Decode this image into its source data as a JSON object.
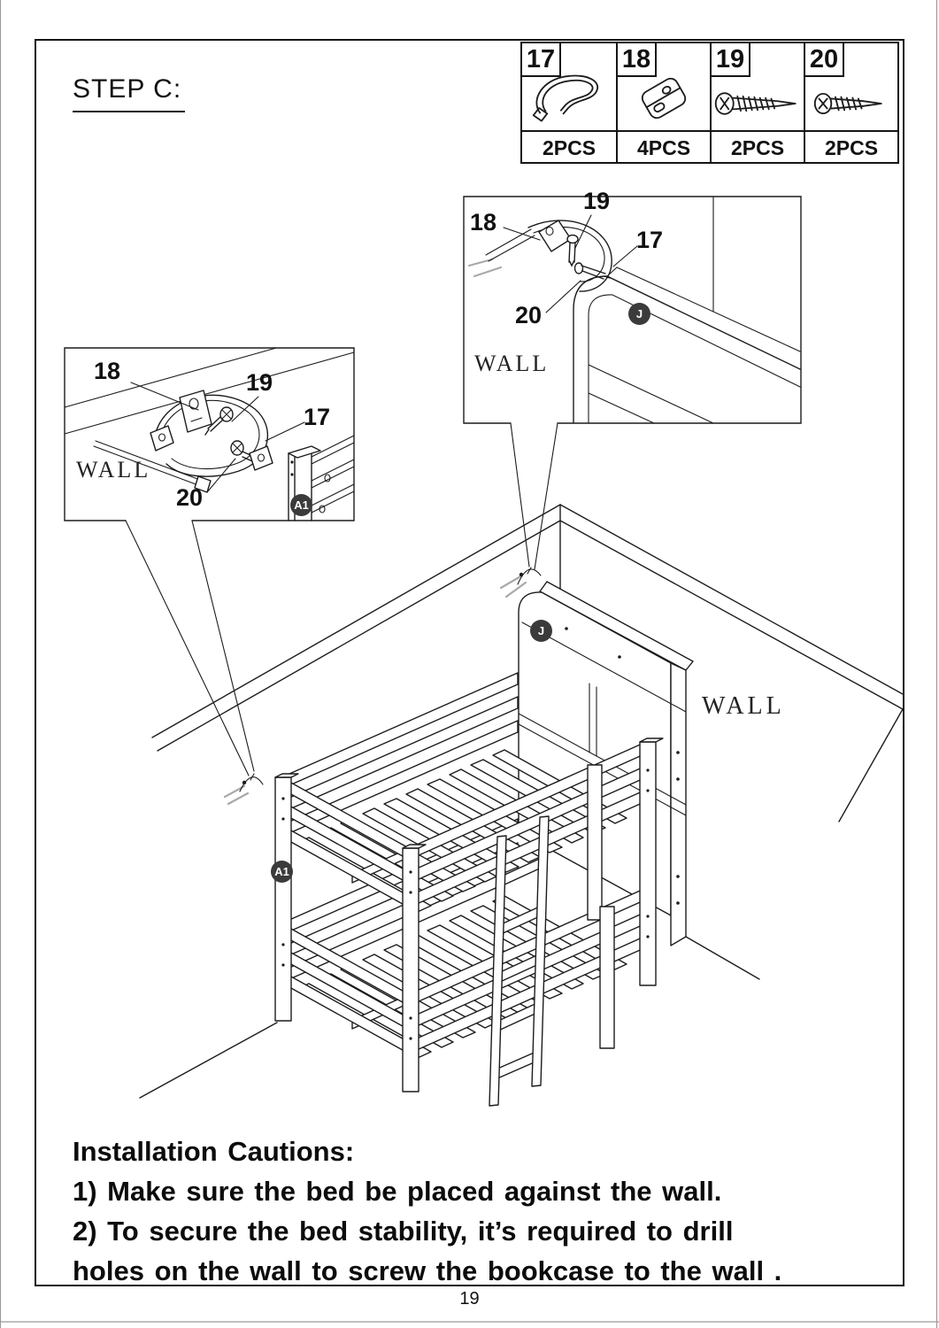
{
  "page": {
    "step_title": "STEP C:",
    "page_number": "19"
  },
  "colors": {
    "line": "#1c1c1c",
    "badge_bg": "#3b3b3b",
    "ghost": "#a9a9a9"
  },
  "parts_table": {
    "items": [
      {
        "num": "17",
        "qty": "2PCS",
        "icon": "cable-tie-icon"
      },
      {
        "num": "18",
        "qty": "4PCS",
        "icon": "wall-clip-icon"
      },
      {
        "num": "19",
        "qty": "2PCS",
        "icon": "long-screw-icon"
      },
      {
        "num": "20",
        "qty": "2PCS",
        "icon": "short-screw-icon"
      }
    ]
  },
  "callout_left": {
    "labels": {
      "p18": "18",
      "p19": "19",
      "p17": "17",
      "p20": "20"
    },
    "wall": "WALL",
    "badge": "A1"
  },
  "callout_right": {
    "labels": {
      "p18": "18",
      "p19": "19",
      "p17": "17",
      "p20": "20"
    },
    "wall": "WALL",
    "badge": "J"
  },
  "scene": {
    "wall": "WALL",
    "badge_j": "J",
    "badge_a1": "A1"
  },
  "cautions": {
    "title": "Installation Cautions:",
    "line1": "1) Make sure the bed be placed against the wall.",
    "line2": "2) To secure the bed stability, it’s required to drill",
    "line3": "holes on the wall to screw the bookcase to the wall ."
  }
}
